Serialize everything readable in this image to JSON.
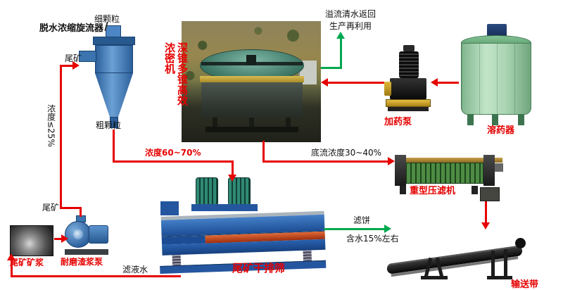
{
  "labels": {
    "cyclone": "脱水浓缩旋流器",
    "fine_particles": "细颗粒",
    "tailings_feed": "尾矿",
    "coarse_particles": "粗颗粒",
    "feed_concentration": "浓度≤25%",
    "tailings_return": "尾矿",
    "slurry_image": "尾矿矿浆",
    "slurry_pump": "耐磨渣浆泵",
    "filtrate_water": "滤液水",
    "thickener": "深锥多锥高效浓密机",
    "overflow_line1": "溢流清水返回",
    "overflow_line2": "生产再利用",
    "dosing_pump": "加药泵",
    "dissolver": "溶药器",
    "cyclone_underflow_concentration": "浓度60~70%",
    "thickener_underflow_concentration": "底流浓度30~40%",
    "filter_press": "重型压滤机",
    "cake_line1": "滤饼",
    "cake_line2": "含水15%左右",
    "dry_screen": "尾矿干排筛",
    "conveyor": "输送带"
  },
  "colors": {
    "flow_arrow_red": "#e60000",
    "water_arrow_green": "#00a84f",
    "label_red": "#e60000",
    "label_black": "#111111",
    "cyclone_blue": "#2c5f9b",
    "screen_blue": "#2456a0",
    "dissolver_green": "#a9d4b2",
    "background": "#ffffff"
  },
  "flows": [
    {
      "from": "尾矿矿浆",
      "to": "耐磨渣浆泵",
      "color": "red"
    },
    {
      "from": "耐磨渣浆泵",
      "to": "脱水浓缩旋流器",
      "color": "red",
      "note": "尾矿 浓度≤25%"
    },
    {
      "from": "脱水浓缩旋流器",
      "to": "尾矿干排筛",
      "color": "red",
      "note": "粗颗粒 浓度60~70%"
    },
    {
      "from": "深锥多锥高效浓密机",
      "to": "重型压滤机",
      "color": "red",
      "note": "底流浓度30~40%"
    },
    {
      "from": "溶药器",
      "to": "加药泵",
      "color": "red"
    },
    {
      "from": "加药泵",
      "to": "深锥多锥高效浓密机",
      "color": "red"
    },
    {
      "from": "深锥多锥高效浓密机",
      "to": "溢流清水返回 生产再利用",
      "color": "green"
    },
    {
      "from": "尾矿干排筛",
      "to": "输送带",
      "color": "green",
      "note": "滤饼 含水15%左右"
    },
    {
      "from": "重型压滤机",
      "to": "输送带",
      "color": "red"
    },
    {
      "from": "尾矿干排筛",
      "to": "尾矿矿浆",
      "color": "red",
      "note": "滤液水"
    }
  ]
}
